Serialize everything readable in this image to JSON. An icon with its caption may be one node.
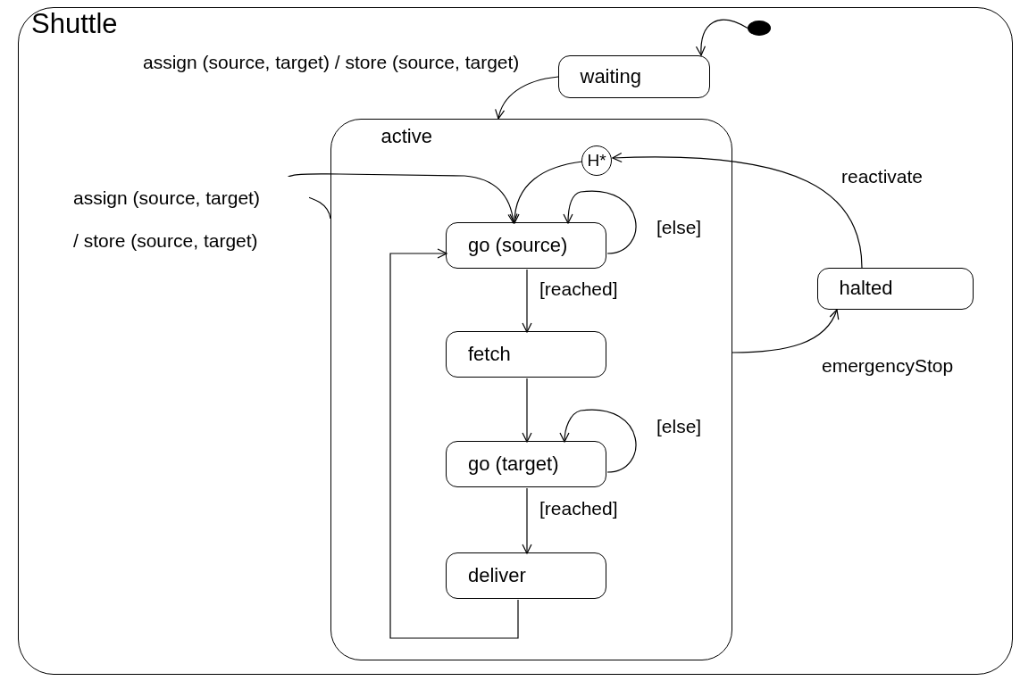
{
  "diagram": {
    "nodes": [
      {
        "text": [
          "Shuttle"
        ]
      },
      {
        "text": [],
        "shape": "circle",
        "in": 0
      },
      {
        "text": [
          "waiting"
        ],
        "in": 0
      },
      {
        "text": [
          "active"
        ],
        "in": 0
      },
      {
        "text": [
          "H*"
        ],
        "in": 3
      },
      {
        "text": [
          "go (source)"
        ],
        "in": 3
      },
      {
        "text": [
          "fetch"
        ],
        "in": 3
      },
      {
        "text": [
          "go (target)"
        ],
        "in": 3
      },
      {
        "text": [
          "deliver"
        ],
        "in": 3
      },
      {
        "text": [
          "halted"
        ],
        "in": 0
      }
    ],
    "edges": [
      {
        "from": 1,
        "to": 2,
        "arrow": "to"
      },
      {
        "from": 2,
        "to": 3,
        "arrow": "to",
        "label": "assign (source, target) / store (source, target)"
      },
      {
        "from": 3,
        "to": 5,
        "arrow": "to",
        "label": "assign (source, target) / store (source, target)"
      },
      {
        "from": 4,
        "to": 5,
        "arrow": "to"
      },
      {
        "from": 5,
        "to": 5,
        "arrow": "to",
        "label": "[else]"
      },
      {
        "from": 5,
        "to": 6,
        "arrow": "to",
        "label": "[reached]"
      },
      {
        "from": 6,
        "to": 7,
        "arrow": "to"
      },
      {
        "from": 7,
        "to": 7,
        "arrow": "to",
        "label": "[else]"
      },
      {
        "from": 7,
        "to": 8,
        "arrow": "to",
        "label": "[reached]"
      },
      {
        "from": 8,
        "to": 5,
        "arrow": "to"
      },
      {
        "from": 3,
        "to": 9,
        "arrow": "to",
        "label": "emergencyStop"
      },
      {
        "from": 9,
        "to": 4,
        "arrow": "to",
        "label": "reactivate"
      }
    ]
  }
}
